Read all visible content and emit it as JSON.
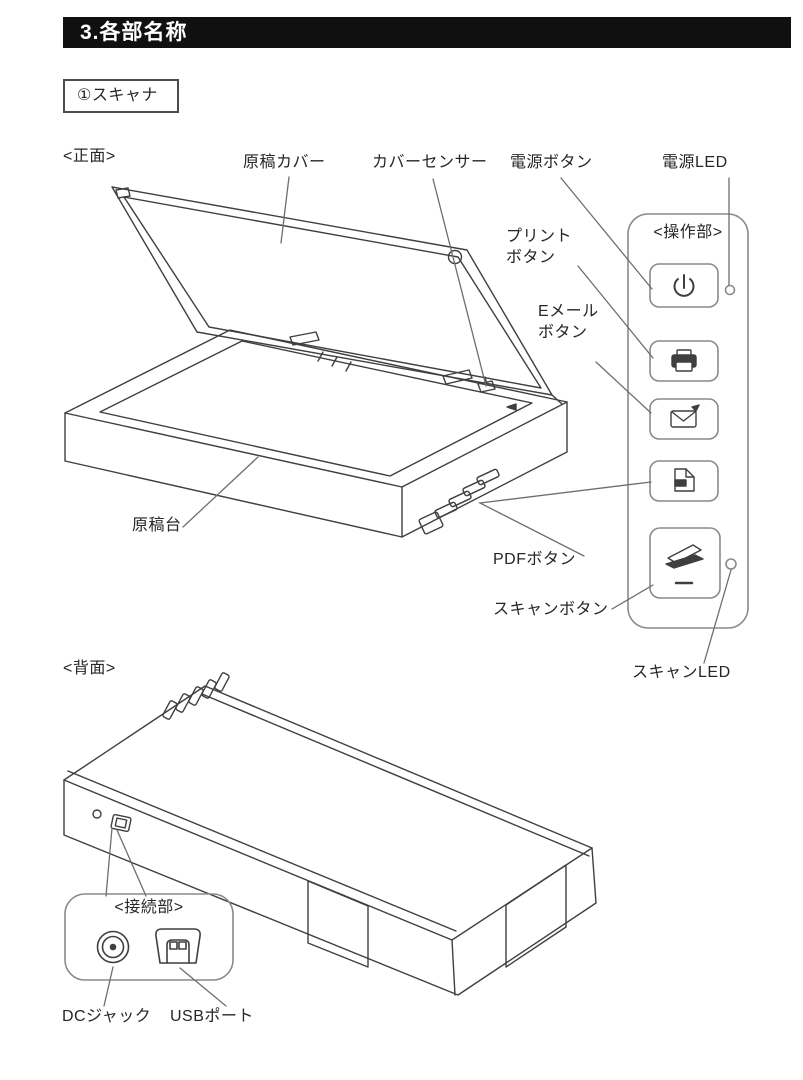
{
  "colors": {
    "header-bg": "#101010",
    "header-fg": "#ffffff",
    "text": "#262626",
    "art-line": "#3f3f3f",
    "panel-line": "#8a8a8a",
    "leader-line": "#6e6e6e",
    "page-bg": "#ffffff"
  },
  "header": {
    "title": "3.各部名称"
  },
  "part_tag": {
    "label": "①スキャナ"
  },
  "front_view": {
    "caption": "<正面>",
    "panel_caption": "<操作部>",
    "labels": {
      "document_cover": "原稿カバー",
      "cover_sensor": "カバーセンサー",
      "power_button": "電源ボタン",
      "power_led": "電源LED",
      "print_button": "プリント\nボタン",
      "email_button": "Eメール\nボタン",
      "platen": "原稿台",
      "pdf_button": "PDFボタン",
      "scan_button": "スキャンボタン",
      "scan_led": "スキャンLED"
    }
  },
  "back_view": {
    "caption": "<背面>",
    "connection_caption": "<接続部>",
    "labels": {
      "dc_jack": "DCジャック",
      "usb_port": "USBポート"
    }
  }
}
